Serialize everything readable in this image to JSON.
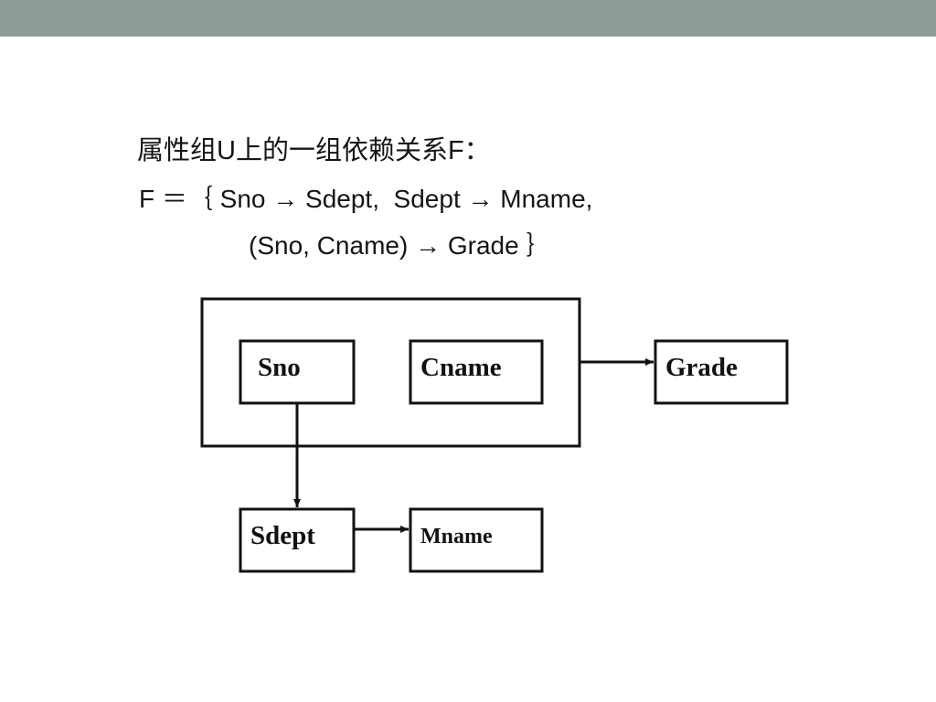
{
  "header_bar": {
    "color": "#8f9d97"
  },
  "text": {
    "line1": "属性组U上的一组依赖关系F：",
    "line2": "F ＝｛ Sno → Sdept,  Sdept → Mname,",
    "line3": "(Sno, Cname) → Grade ｝"
  },
  "diagram": {
    "nodes": {
      "sno": "Sno",
      "cname": "Cname",
      "grade": "Grade",
      "sdept": "Sdept",
      "mname": "Mname"
    },
    "group": [
      "Sno",
      "Cname"
    ],
    "edges": [
      {
        "from": "Sno",
        "to": "Sdept"
      },
      {
        "from": "Sdept",
        "to": "Mname"
      },
      {
        "from": "Sno, Cname",
        "to": "Grade"
      }
    ]
  }
}
